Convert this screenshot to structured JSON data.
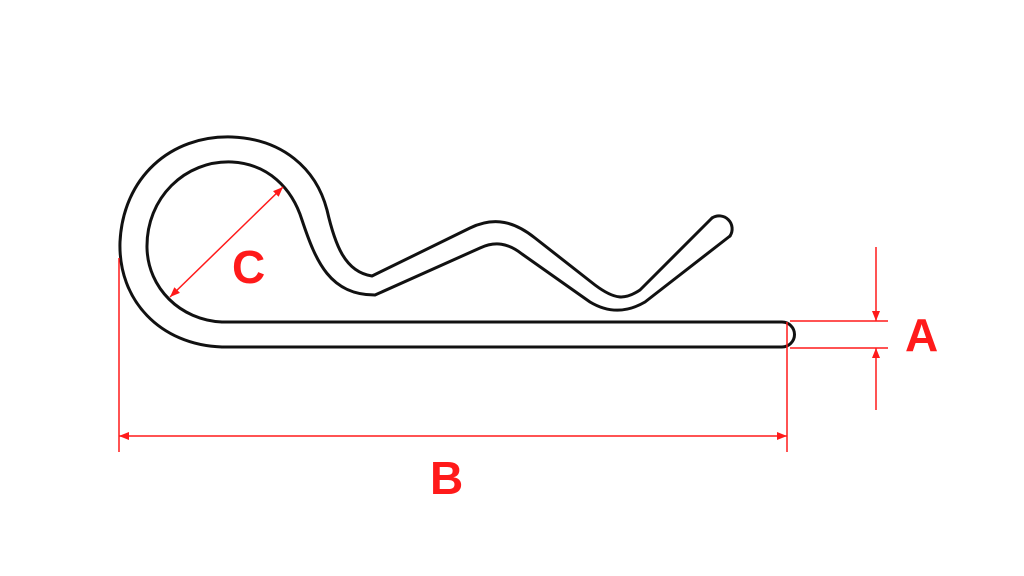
{
  "labels": {
    "a": "A",
    "b": "B",
    "c": "C"
  },
  "colors": {
    "dimension": "#ff1a1a",
    "outline": "#111111",
    "background": "#ffffff"
  }
}
